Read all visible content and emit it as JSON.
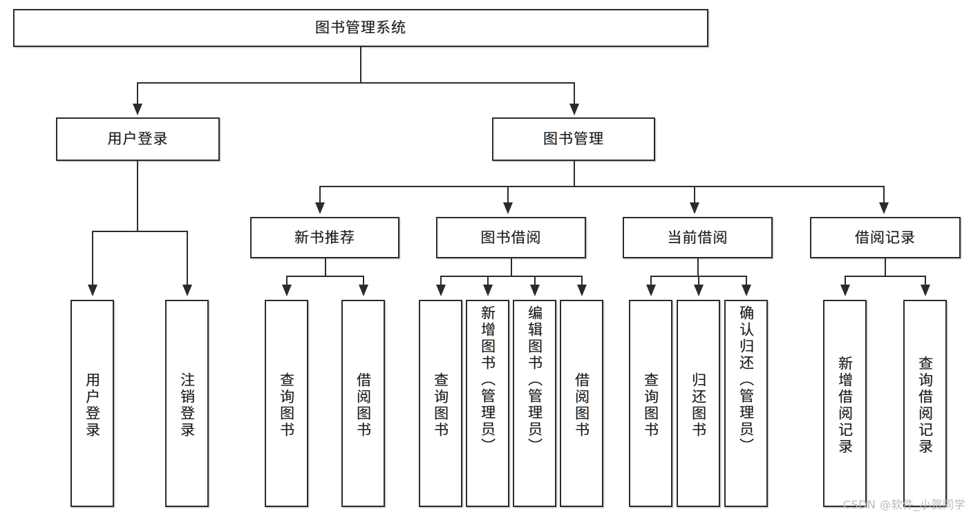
{
  "diagram": {
    "title": "图书管理系统",
    "type": "tree",
    "root": {
      "label": "图书管理系统"
    },
    "level1": [
      {
        "label": "用户登录"
      },
      {
        "label": "图书管理"
      }
    ],
    "level2": [
      {
        "label": "新书推荐"
      },
      {
        "label": "图书借阅"
      },
      {
        "label": "当前借阅"
      },
      {
        "label": "借阅记录"
      }
    ],
    "leaves": {
      "user_login": [
        {
          "label": "用户登录"
        },
        {
          "label": "注销登录"
        }
      ],
      "new_book_recommend": [
        {
          "label": "查询图书"
        },
        {
          "label": "借阅图书"
        }
      ],
      "book_borrow": [
        {
          "label": "查询图书"
        },
        {
          "label": "新增图书（管理员）"
        },
        {
          "label": "编辑图书（管理员）"
        },
        {
          "label": "借阅图书"
        }
      ],
      "current_borrow": [
        {
          "label": "查询图书"
        },
        {
          "label": "归还图书"
        },
        {
          "label": "确认归还（管理员）"
        }
      ],
      "borrow_record": [
        {
          "label": "新增借阅记录"
        },
        {
          "label": "查询借阅记录"
        }
      ]
    }
  },
  "watermark": {
    "text": "CSDN @软件_小贺同学"
  },
  "colors": {
    "box_border": "#2b2b2b",
    "line": "#2b2b2b",
    "background": "#ffffff",
    "watermark": "#b9b9b9"
  }
}
